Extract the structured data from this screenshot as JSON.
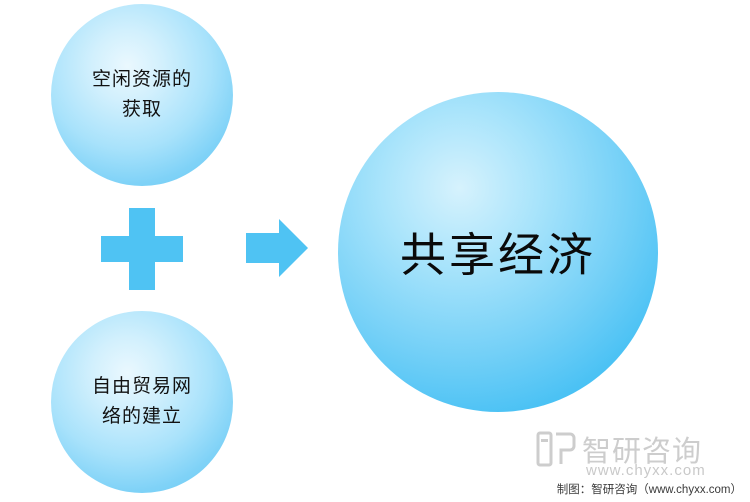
{
  "diagram": {
    "type": "concept-flow",
    "nodes": [
      {
        "id": "input-top",
        "label": "空闲资源的\n获取",
        "shape": "circle",
        "color": "#7fd2f7"
      },
      {
        "id": "input-bottom",
        "label": "自由贸易网\n络的建立",
        "shape": "circle",
        "color": "#7fd2f7"
      },
      {
        "id": "result",
        "label": "共享经济",
        "shape": "circle",
        "color": "#46c0f4"
      }
    ],
    "operators": [
      {
        "id": "plus",
        "symbol": "plus-icon",
        "color": "#4fc3f3"
      },
      {
        "id": "arrow",
        "symbol": "arrow-right-icon",
        "color": "#4fc3f3"
      }
    ]
  },
  "watermark": {
    "brand": "智研咨询",
    "url": "www.chyxx.com",
    "credit": "制图：智研咨询（www.chyxx.com）"
  },
  "colors": {
    "accent": "#4fc3f3",
    "main_circle": "#46c0f4",
    "watermark_gray": "#c9c9c9"
  }
}
